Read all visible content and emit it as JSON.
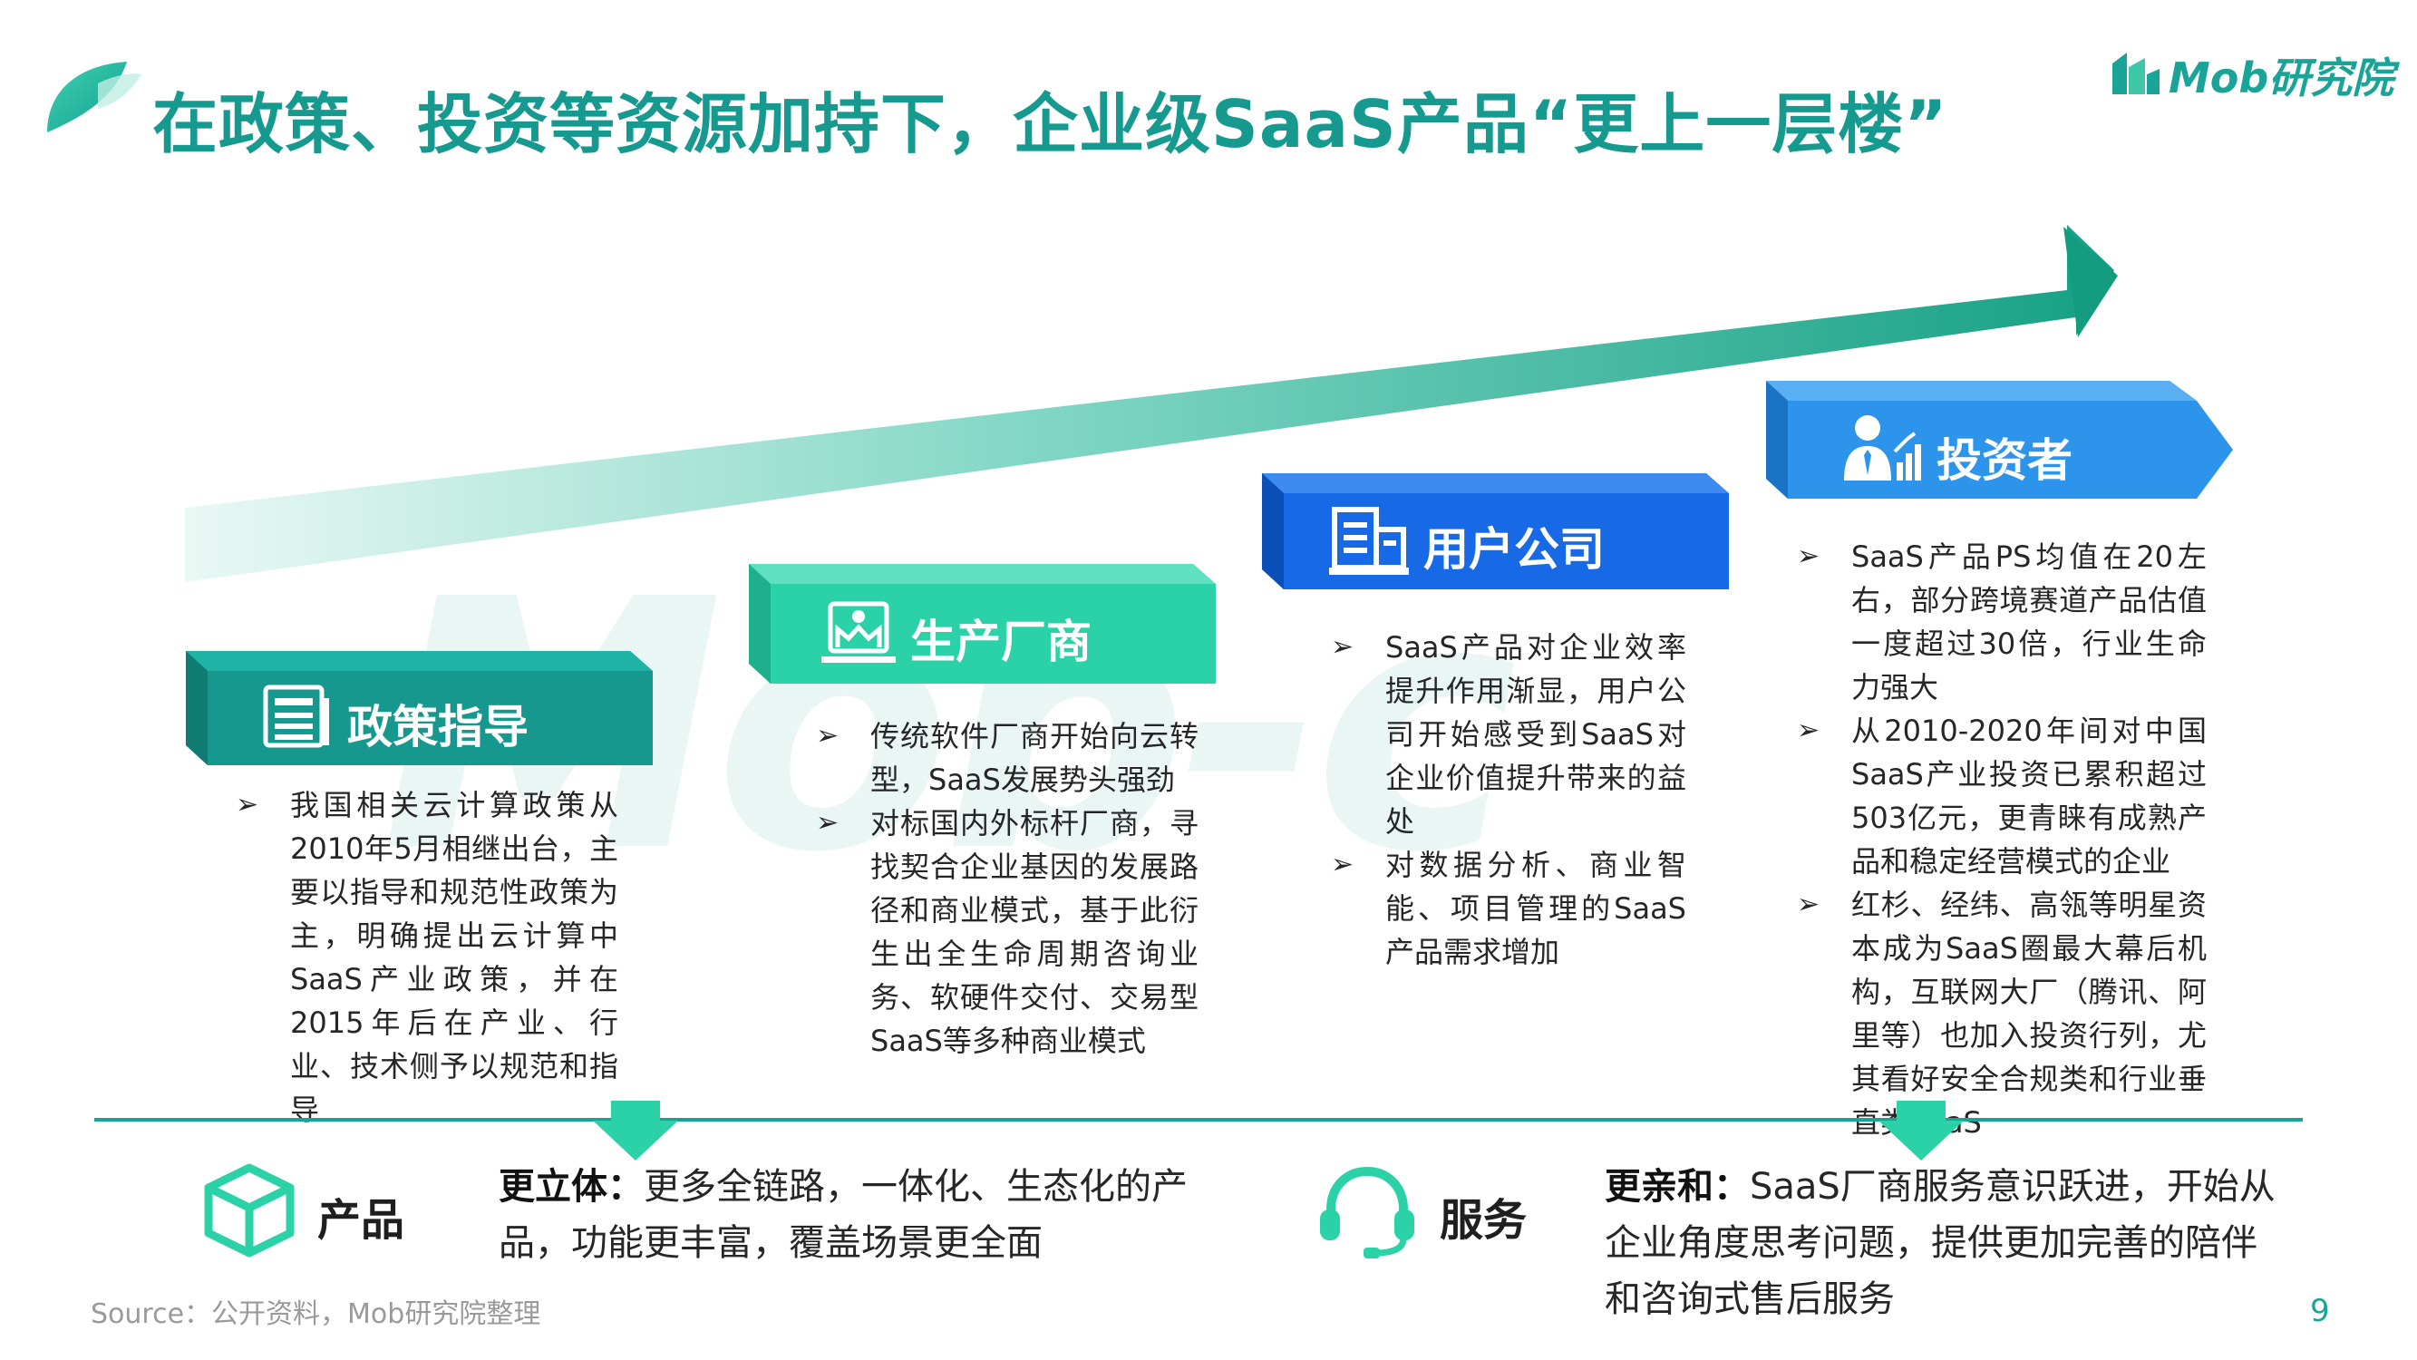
{
  "title": "在政策、投资等资源加持下，企业级SaaS产品“更上一层楼”",
  "logo": {
    "text": "Mob研究院"
  },
  "watermark": "Mob-c",
  "colors": {
    "teal_dark": "#17988e",
    "teal_light": "#2bd1a7",
    "blue": "#1769e6",
    "blue_light": "#2d94ec",
    "accent": "#16a497"
  },
  "stages": [
    {
      "label": "政策指导",
      "icon": "newspaper-icon",
      "bullets": [
        "我国相关云计算政策从2010年5月相继出台，主要以指导和规范性政策为主，明确提出云计算中SaaS产业政策，并在2015年后在产业、行业、技术侧予以规范和指导"
      ]
    },
    {
      "label": "生产厂商",
      "icon": "factory-icon",
      "bullets": [
        "传统软件厂商开始向云转型，SaaS发展势头强劲",
        "对标国内外标杆厂商，寻找契合企业基因的发展路径和商业模式，基于此衍生出全生命周期咨询业务、软硬件交付、交易型SaaS等多种商业模式"
      ]
    },
    {
      "label": "用户公司",
      "icon": "building-icon",
      "bullets": [
        "SaaS产品对企业效率提升作用渐显，用户公司开始感受到SaaS对企业价值提升带来的益处",
        "对数据分析、商业智能、项目管理的SaaS产品需求增加"
      ]
    },
    {
      "label": "投资者",
      "icon": "investor-icon",
      "bullets": [
        "SaaS产品PS均值在20左右，部分跨境赛道产品估值一度超过30倍，行业生命力强大",
        "从2010-2020年间对中国SaaS产业投资已累积超过503亿元，更青睐有成熟产品和稳定经营模式的企业",
        "红杉、经纬、高瓴等明星资本成为SaaS圈最大幕后机构，互联网大厂（腾讯、阿里等）也加入投资行列，尤其看好安全合规类和行业垂直类SaaS"
      ]
    }
  ],
  "bottom": {
    "product": {
      "label": "产品",
      "emph": "更立体：",
      "text": "更多全链路，一体化、生态化的产品，功能更丰富，覆盖场景更全面"
    },
    "service": {
      "label": "服务",
      "emph": "更亲和：",
      "text": "SaaS厂商服务意识跃进，开始从企业角度思考问题，提供更加完善的陪伴和咨询式售后服务"
    }
  },
  "source": "Source：公开资料，Mob研究院整理",
  "page_number": "9"
}
